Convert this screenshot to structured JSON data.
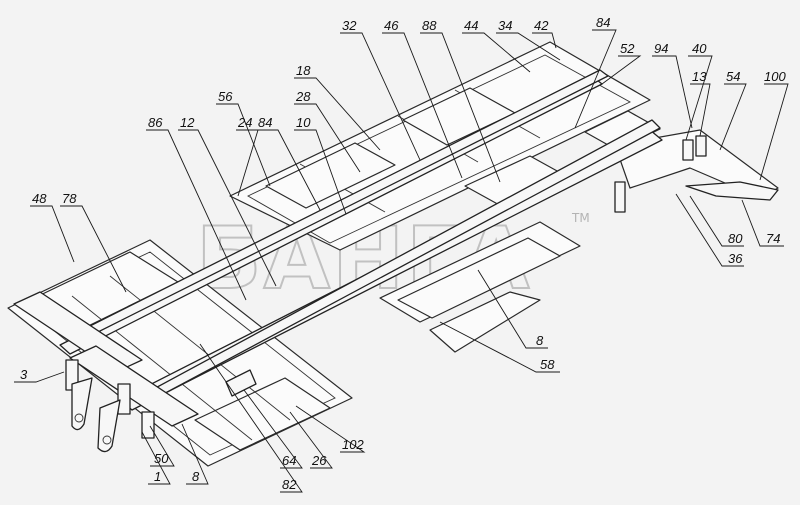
{
  "watermark": {
    "text": "БАНГА",
    "trademark": "TM"
  },
  "callouts": [
    {
      "id": "c32",
      "text": "32"
    },
    {
      "id": "c46",
      "text": "46"
    },
    {
      "id": "c88",
      "text": "88"
    },
    {
      "id": "c44",
      "text": "44"
    },
    {
      "id": "c34",
      "text": "34"
    },
    {
      "id": "c42",
      "text": "42"
    },
    {
      "id": "c84a",
      "text": "84"
    },
    {
      "id": "c52",
      "text": "52"
    },
    {
      "id": "c94",
      "text": "94"
    },
    {
      "id": "c40",
      "text": "40"
    },
    {
      "id": "c13",
      "text": "13"
    },
    {
      "id": "c54",
      "text": "54"
    },
    {
      "id": "c100",
      "text": "100"
    },
    {
      "id": "c18",
      "text": "18"
    },
    {
      "id": "c28",
      "text": "28"
    },
    {
      "id": "c56",
      "text": "56"
    },
    {
      "id": "c24",
      "text": "24"
    },
    {
      "id": "c84b",
      "text": "84"
    },
    {
      "id": "c10",
      "text": "10"
    },
    {
      "id": "c86",
      "text": "86"
    },
    {
      "id": "c12",
      "text": "12"
    },
    {
      "id": "c48",
      "text": "48"
    },
    {
      "id": "c78",
      "text": "78"
    },
    {
      "id": "c80",
      "text": "80"
    },
    {
      "id": "c36",
      "text": "36"
    },
    {
      "id": "c74",
      "text": "74"
    },
    {
      "id": "c8a",
      "text": "8"
    },
    {
      "id": "c58",
      "text": "58"
    },
    {
      "id": "c3",
      "text": "3"
    },
    {
      "id": "c50",
      "text": "50"
    },
    {
      "id": "c1",
      "text": "1"
    },
    {
      "id": "c8b",
      "text": "8"
    },
    {
      "id": "c64",
      "text": "64"
    },
    {
      "id": "c26",
      "text": "26"
    },
    {
      "id": "c102",
      "text": "102"
    },
    {
      "id": "c82",
      "text": "82"
    }
  ]
}
